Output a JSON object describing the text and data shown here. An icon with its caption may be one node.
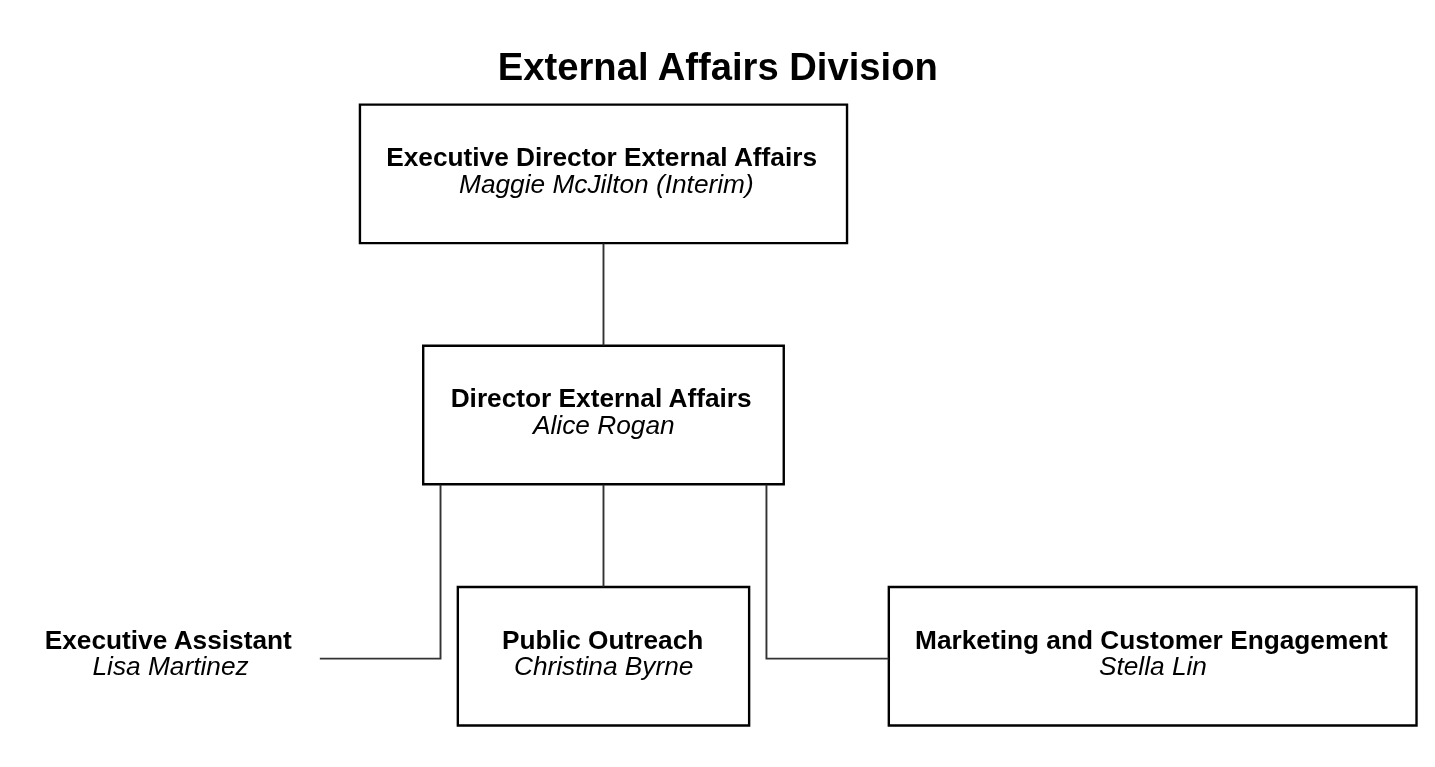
{
  "diagram": {
    "title": "External Affairs Division",
    "nodes": [
      {
        "text": [
          "Executive Director External Affairs",
          "Maggie McJilton (Interim)"
        ]
      },
      {
        "text": [
          "Director External Affairs",
          "Alice Rogan"
        ]
      },
      {
        "text": [
          "Executive Assistant",
          "Lisa Martinez"
        ]
      },
      {
        "text": [
          "Public Outreach",
          "Christina Byrne"
        ]
      },
      {
        "text": [
          "Marketing and Customer Engagement",
          "Stella Lin"
        ]
      }
    ],
    "edges": [
      {
        "from": 0,
        "to": 1,
        "arrow": "none"
      },
      {
        "from": 1,
        "to": 2,
        "arrow": "none"
      },
      {
        "from": 1,
        "to": 3,
        "arrow": "none"
      },
      {
        "from": 1,
        "to": 4,
        "arrow": "none"
      }
    ]
  }
}
